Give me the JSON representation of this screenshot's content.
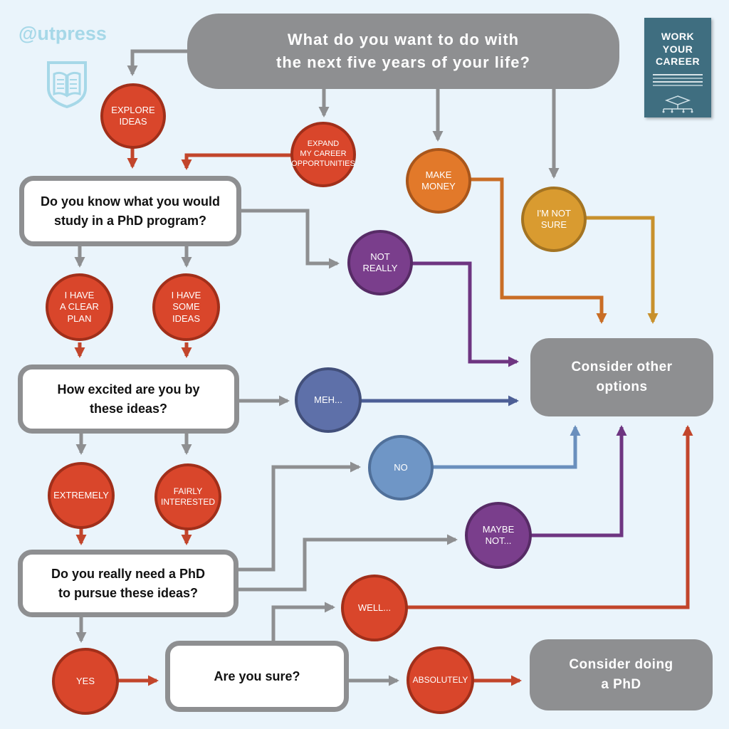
{
  "brand": {
    "handle": "@utpress",
    "logo_icon": "open-book-shield-icon"
  },
  "book": {
    "title": "WORK\nYOUR\nCAREER",
    "icon": "graduation-cap-network-icon"
  },
  "questions": {
    "top": "What do you want to do with\nthe next five years of your life?",
    "study": "Do you know what you would\nstudy in a PhD program?",
    "excited": "How excited are you by\nthese ideas?",
    "need": "Do you really need a PhD\nto pursue these ideas?",
    "sure": "Are you sure?"
  },
  "outcomes": {
    "other": "Consider other\noptions",
    "phd": "Consider doing\na PhD"
  },
  "answers": {
    "explore": "EXPLORE\nIDEAS",
    "expand": "EXPAND\nMY CAREER\nOPPORTUNITIES",
    "money": "MAKE\nMONEY",
    "notsure": "I'M NOT\nSURE",
    "notreally": "NOT\nREALLY",
    "clearplan": "I HAVE\nA CLEAR\nPLAN",
    "someideas": "I HAVE\nSOME\nIDEAS",
    "meh": "MEH...",
    "extremely": "EXTREMELY",
    "fairly": "FAIRLY\nINTERESTED",
    "no": "NO",
    "maybenot": "MAYBE\nNOT...",
    "well": "WELL...",
    "yes": "YES",
    "absolutely": "ABSOLUTELY"
  },
  "colors": {
    "gray": "#8e8f91",
    "red": "#c2452b",
    "orange": "#c96d25",
    "amber": "#c8902c",
    "purple": "#6e3581",
    "slate": "#4d5f96",
    "sky": "#6a8fbd"
  }
}
